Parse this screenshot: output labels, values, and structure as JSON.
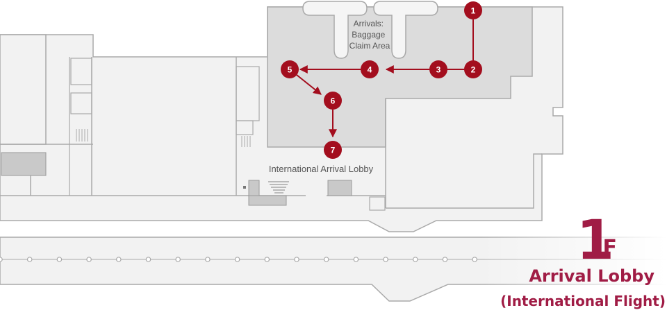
{
  "colors": {
    "accent": "#a01c45",
    "marker": "#a30e1e",
    "route": "#a30e1e",
    "floor_fill": "#f2f2f2",
    "highlight_fill": "#dcdcdc",
    "wall": "#a9a9a9",
    "text": "#555555"
  },
  "map": {
    "baggage_label": [
      "Arrivals:",
      "Baggage",
      "Claim Area"
    ],
    "lobby_label": "International Arrival Lobby"
  },
  "markers": [
    "1",
    "2",
    "3",
    "4",
    "5",
    "6",
    "7"
  ],
  "floor": {
    "number": "1",
    "suffix": "F",
    "name": "Arrival Lobby",
    "subtitle": "(International Flight)"
  }
}
